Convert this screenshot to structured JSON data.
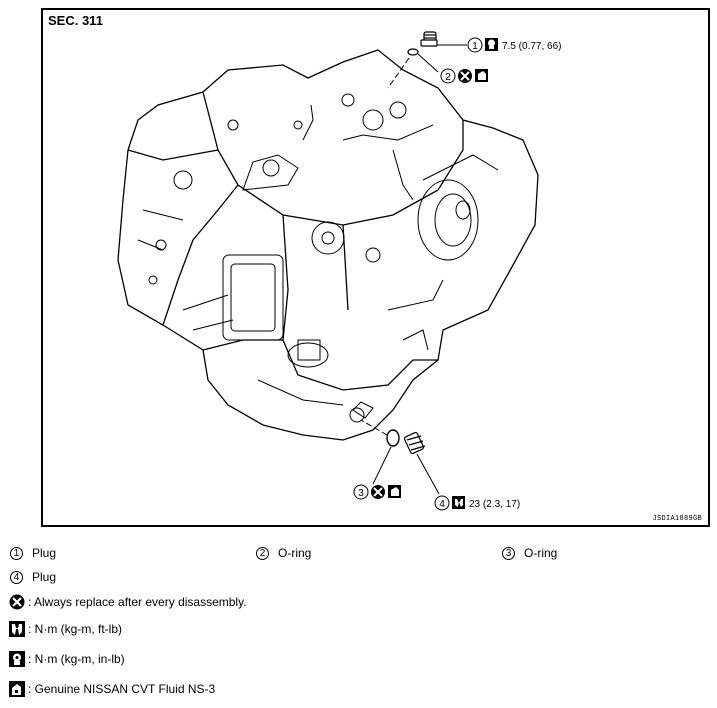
{
  "section": "SEC. 311",
  "image_ref": "JSDIA1889GB",
  "callouts": {
    "c1_num": "1",
    "c1_torque": "7.5 (0.77, 66)",
    "c2_num": "2",
    "c3_num": "3",
    "c4_num": "4",
    "c4_torque": "23 (2.3, 17)"
  },
  "parts": [
    {
      "num": "1",
      "name": "Plug"
    },
    {
      "num": "2",
      "name": "O-ring"
    },
    {
      "num": "3",
      "name": "O-ring"
    },
    {
      "num": "4",
      "name": "Plug"
    }
  ],
  "symbols": {
    "replace": ": Always replace after every disassembly.",
    "torque_ftlb": ": N·m (kg-m, ft-lb)",
    "torque_inlb": ": N·m (kg-m, in-lb)",
    "fluid": ": Genuine NISSAN CVT Fluid NS-3"
  }
}
